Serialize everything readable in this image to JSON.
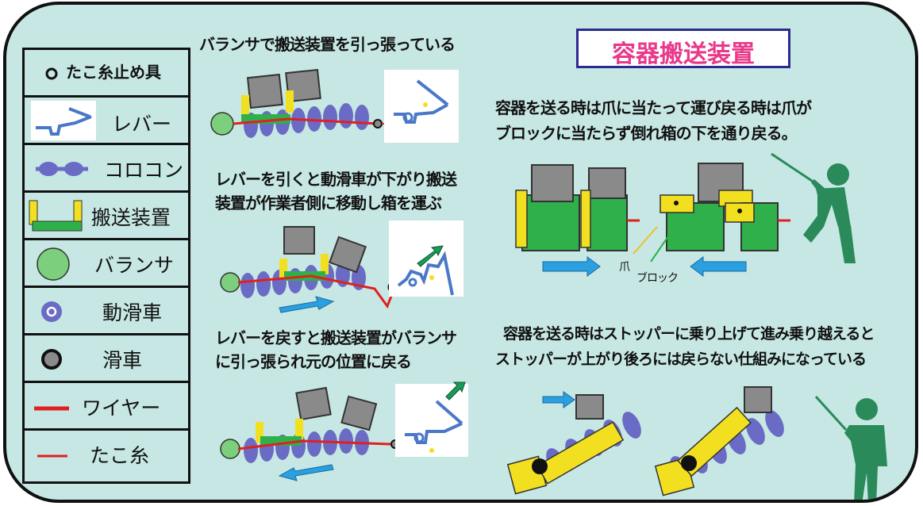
{
  "title": "容器搬送装置",
  "legend": [
    {
      "label": "たこ糸止め具",
      "icon": "small-ring-icon"
    },
    {
      "label": "レバー",
      "icon": "lever-icon"
    },
    {
      "label": "コロコン",
      "icon": "roller-conveyor-icon"
    },
    {
      "label": "搬送装置",
      "icon": "transport-device-icon"
    },
    {
      "label": "バランサ",
      "icon": "balancer-icon"
    },
    {
      "label": "動滑車",
      "icon": "movable-pulley-icon"
    },
    {
      "label": "滑車",
      "icon": "pulley-icon"
    },
    {
      "label": "ワイヤー",
      "icon": "wire-icon"
    },
    {
      "label": "たこ糸",
      "icon": "kite-string-icon"
    }
  ],
  "captions": {
    "step1": "バランサで搬送装置を引っ張っている",
    "step2_line1": "レバーを引くと動滑車が下がり搬送",
    "step2_line2": "装置が作業者側に移動し箱を運ぶ",
    "step3_line1": "レバーを戻すと搬送装置がバランサ",
    "step3_line2": "に引っ張られ元の位置に戻る",
    "claw_line1": "容器を送る時は爪に当たって運び戻る時は爪が",
    "claw_line2": "ブロックに当たらず倒れ箱の下を通り戻る。",
    "stopper_line1": "容器を送る時はストッパーに乗り上げて進み乗り越えると",
    "stopper_line2": "ストッパーが上がり後ろには戻らない仕組みになっている",
    "label_claw": "爪",
    "label_block": "ブロック"
  },
  "colors": {
    "background": "#c6e7e3",
    "title_text": "#e8398a",
    "title_border": "#2b2b8f",
    "roller": "#6a6bc4",
    "device": "#2fb04a",
    "balancer": "#7ccf7c",
    "wire": "#e02020",
    "lever": "#4a78c8",
    "arrow_blue": "#2aa0e0",
    "arrow_green": "#1a9a5a",
    "box": "#8a8a8a",
    "stopper": "#f2e020",
    "person": "#2a8a5a"
  }
}
